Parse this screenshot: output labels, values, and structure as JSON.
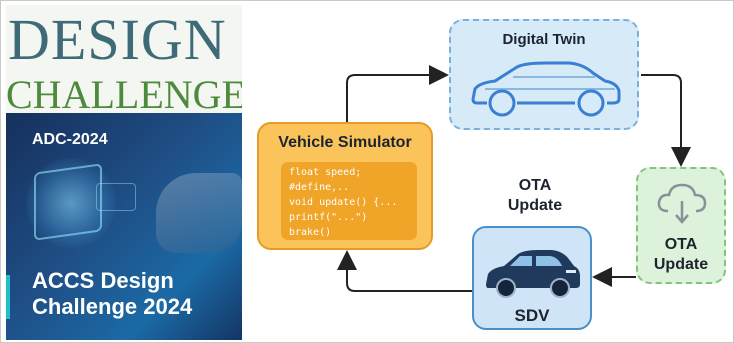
{
  "banner": {
    "design_word": "DESIGN",
    "challenge_word": "CHALLENGE",
    "event_code": "ADC-2024",
    "title": "ACCS Design Challenge 2024"
  },
  "diagram": {
    "digital_twin": {
      "label": "Digital Twin"
    },
    "vehicle_simulator": {
      "label": "Vehicle Simulator",
      "code_lines": [
        "float speed;",
        "#define,..",
        "void update() {...",
        "printf(\"...\")",
        "brake()"
      ]
    },
    "ota_center": {
      "label_line1": "OTA",
      "label_line2": "Update"
    },
    "sdv": {
      "label": "SDV"
    },
    "ota_right": {
      "label_line1": "OTA",
      "label_line2": "Update"
    }
  },
  "colors": {
    "twin_fill": "#d7eaf8",
    "simulator_fill": "#fbc45a",
    "sdv_fill": "#cfe5f7",
    "ota_fill": "#ddf2da",
    "arrow": "#222222"
  },
  "icons": [
    "car-wireframe-icon",
    "car-icon",
    "cloud-download-icon"
  ]
}
